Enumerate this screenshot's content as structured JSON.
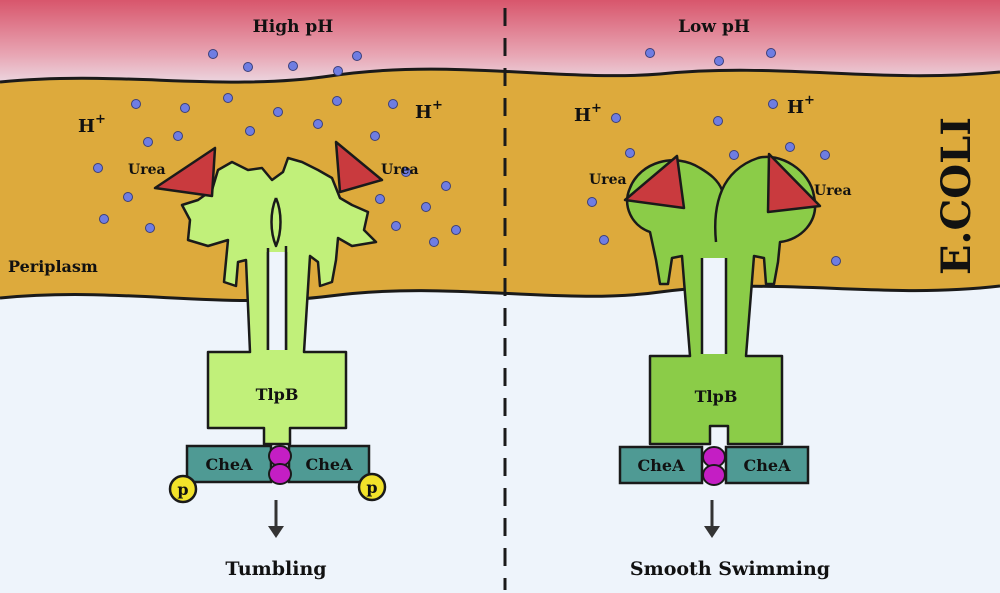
{
  "left_panel": {
    "environment": "High pH",
    "proton": "H",
    "proton_charge": "+",
    "urea": "Urea",
    "compartment": "Periplasm",
    "receptor": "TlpB",
    "kinase": "CheA",
    "phosphate": "p",
    "outcome": "Tumbling"
  },
  "right_panel": {
    "environment": "Low pH",
    "proton": "H",
    "proton_charge": "+",
    "urea": "Urea",
    "receptor": "TlpB",
    "kinase": "CheA",
    "outcome": "Smooth Swimming"
  },
  "organism": "E.COLI",
  "colors": {
    "acid_top": "#d8566c",
    "periplasm": "#ddaa3c",
    "cytoplasm": "#eef4fb",
    "receptor_inactive": "#c1f07a",
    "receptor_active": "#8bcc48",
    "urea": "#c93a3e",
    "chea": "#4f9a94",
    "linker": "#c41ec4",
    "phosphate": "#f2e22a",
    "particle": "#6f7de2"
  }
}
